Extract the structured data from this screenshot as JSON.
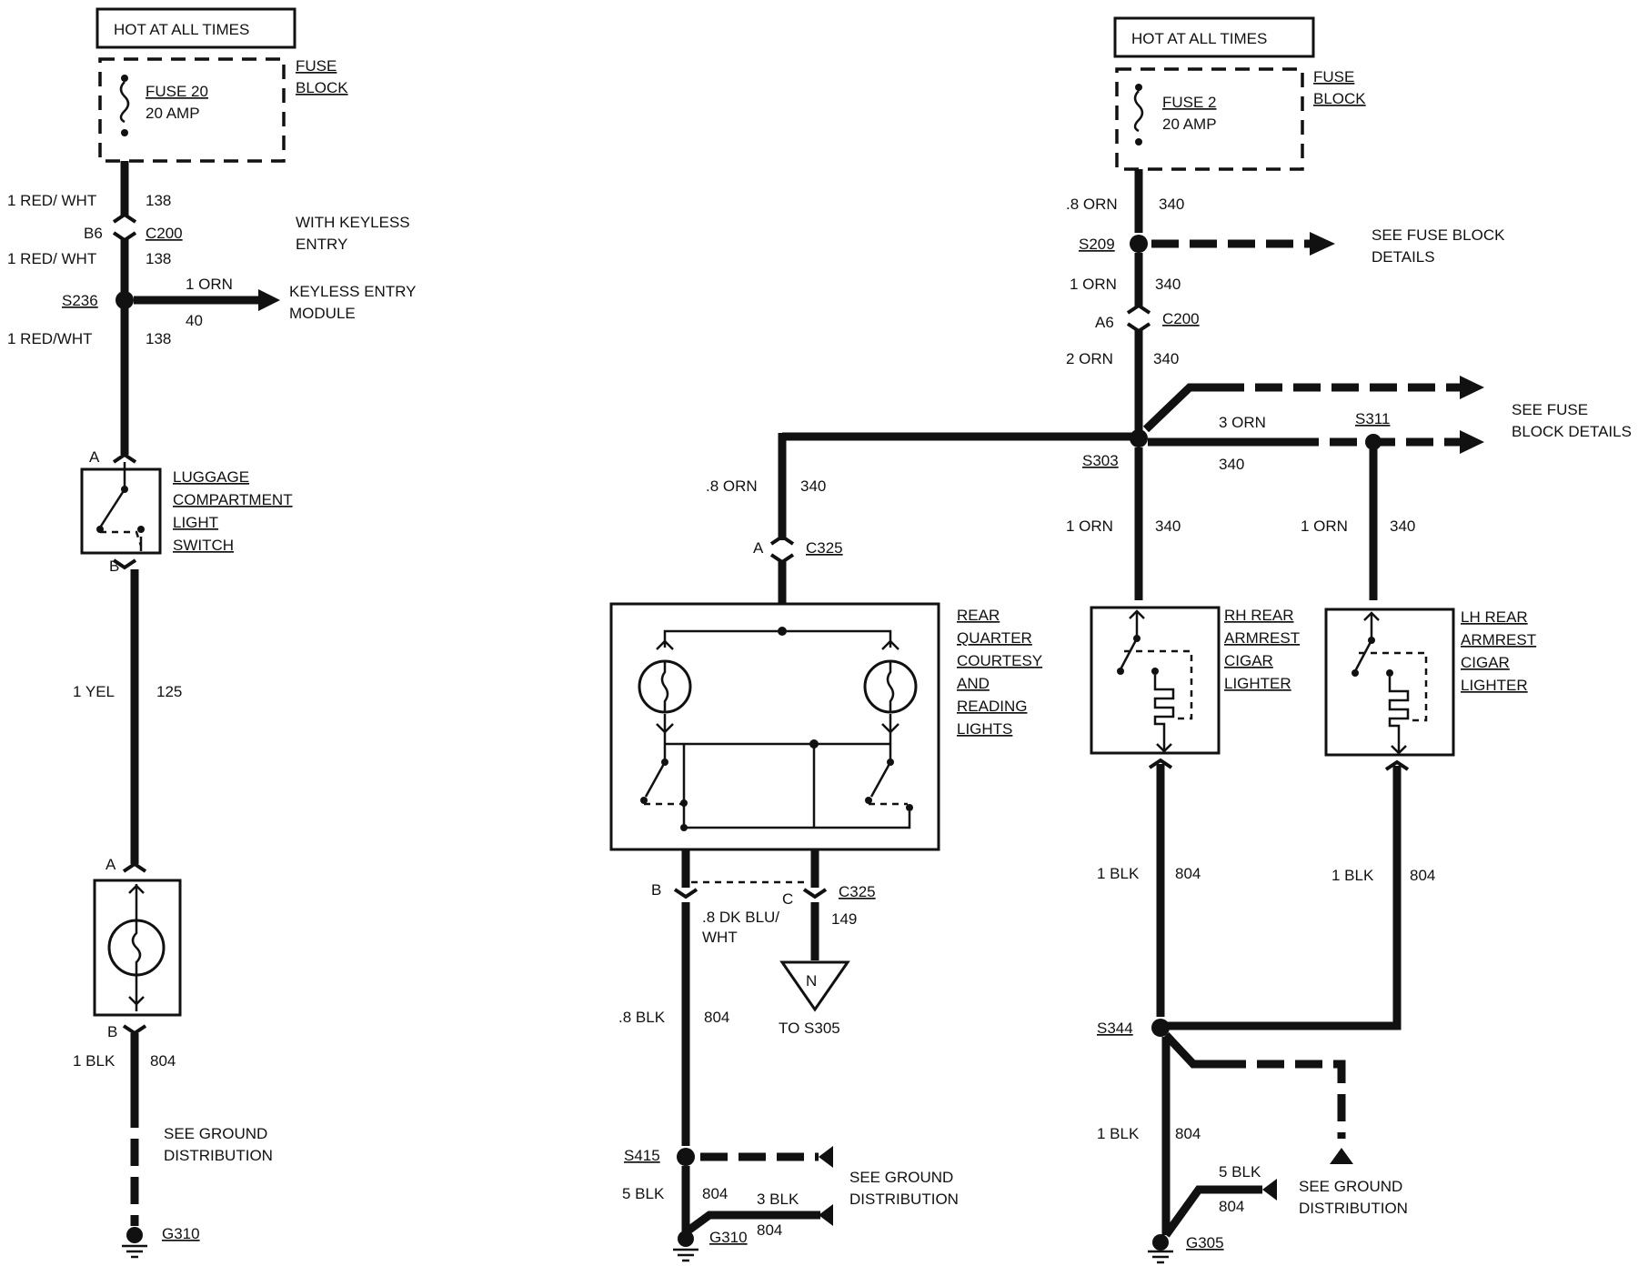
{
  "left_circuit": {
    "hot_label": "HOT AT ALL TIMES",
    "fuse_name": "FUSE 20",
    "fuse_amp": "20 AMP",
    "fuse_block_1": "FUSE",
    "fuse_block_2": "BLOCK",
    "w1_gauge": "1 RED/ WHT",
    "w1_circuit": "138",
    "c200_pin": "B6",
    "c200": "C200",
    "keyless_note_1": "WITH KEYLESS",
    "keyless_note_2": "ENTRY",
    "w2_gauge": "1 RED/ WHT",
    "w2_circuit": "138",
    "s236": "S236",
    "orn_gauge": "1 ORN",
    "orn_circuit": "40",
    "keyless_1": "KEYLESS ENTRY",
    "keyless_2": "MODULE",
    "w3_gauge": "1 RED/WHT",
    "w3_circuit": "138",
    "switch_pin_a": "A",
    "switch_label_1": "LUGGAGE",
    "switch_label_2": "COMPARTMENT",
    "switch_label_3": "LIGHT",
    "switch_label_4": "SWITCH",
    "switch_pin_b": "B",
    "yel_gauge": "1 YEL",
    "yel_circuit": "125",
    "lamp_pin_a": "A",
    "lamp_pin_b": "B",
    "blk_gauge": "1 BLK",
    "blk_circuit": "804",
    "ground_1": "SEE GROUND",
    "ground_2": "DISTRIBUTION",
    "g310": "G310"
  },
  "middle_circuit": {
    "orn_gauge": ".8 ORN",
    "orn_circuit": "340",
    "c325_pin_a": "A",
    "c325": "C325",
    "lights_1": "REAR",
    "lights_2": "QUARTER",
    "lights_3": "COURTESY",
    "lights_4": "AND",
    "lights_5": "READING",
    "lights_6": "LIGHTS",
    "pin_b": "B",
    "pin_c": "C",
    "c325_b": "C325",
    "blu_gauge_1": ".8 DK BLU/",
    "blu_gauge_2": "WHT",
    "blu_circuit": "149",
    "n_label": "N",
    "to_s305": "TO S305",
    "blk_gauge": ".8 BLK",
    "blk_circuit": "804",
    "s415": "S415",
    "blk5_gauge": "5 BLK",
    "blk5_circuit": "804",
    "blk3_gauge": "3 BLK",
    "blk3_circuit": "804",
    "ground_1": "SEE GROUND",
    "ground_2": "DISTRIBUTION",
    "g310": "G310"
  },
  "right_circuit": {
    "hot_label": "HOT AT ALL TIMES",
    "fuse_name": "FUSE 2",
    "fuse_amp": "20 AMP",
    "fuse_block_1": "FUSE",
    "fuse_block_2": "BLOCK",
    "w1_gauge": ".8 ORN",
    "w1_circuit": "340",
    "s209": "S209",
    "see_fuse_1": "SEE FUSE BLOCK",
    "see_fuse_2": "DETAILS",
    "w2_gauge": "1 ORN",
    "w2_circuit": "340",
    "c200_pin": "A6",
    "c200": "C200",
    "w3_gauge": "2 ORN",
    "w3_circuit": "340",
    "orn3_gauge": "3 ORN",
    "orn3_circuit": "340",
    "s311": "S311",
    "see_fuse_b1": "SEE FUSE",
    "see_fuse_b2": "BLOCK DETAILS",
    "s303": "S303",
    "rh_gauge": "1 ORN",
    "rh_circuit": "340",
    "lh_gauge": "1 ORN",
    "lh_circuit": "340",
    "rh_1": "RH REAR",
    "rh_2": "ARMREST",
    "rh_3": "CIGAR",
    "rh_4": "LIGHTER",
    "lh_1": "LH REAR",
    "lh_2": "ARMREST",
    "lh_3": "CIGAR",
    "lh_4": "LIGHTER",
    "rh_blk_gauge": "1 BLK",
    "rh_blk_circuit": "804",
    "lh_blk_gauge": "1 BLK",
    "lh_blk_circuit": "804",
    "s344": "S344",
    "blk1_gauge": "1 BLK",
    "blk1_circuit": "804",
    "blk5_gauge": "5 BLK",
    "blk5_circuit": "804",
    "ground_1": "SEE GROUND",
    "ground_2": "DISTRIBUTION",
    "g305": "G305"
  },
  "colors": {
    "ink": "#111111",
    "paper": "#ffffff"
  }
}
